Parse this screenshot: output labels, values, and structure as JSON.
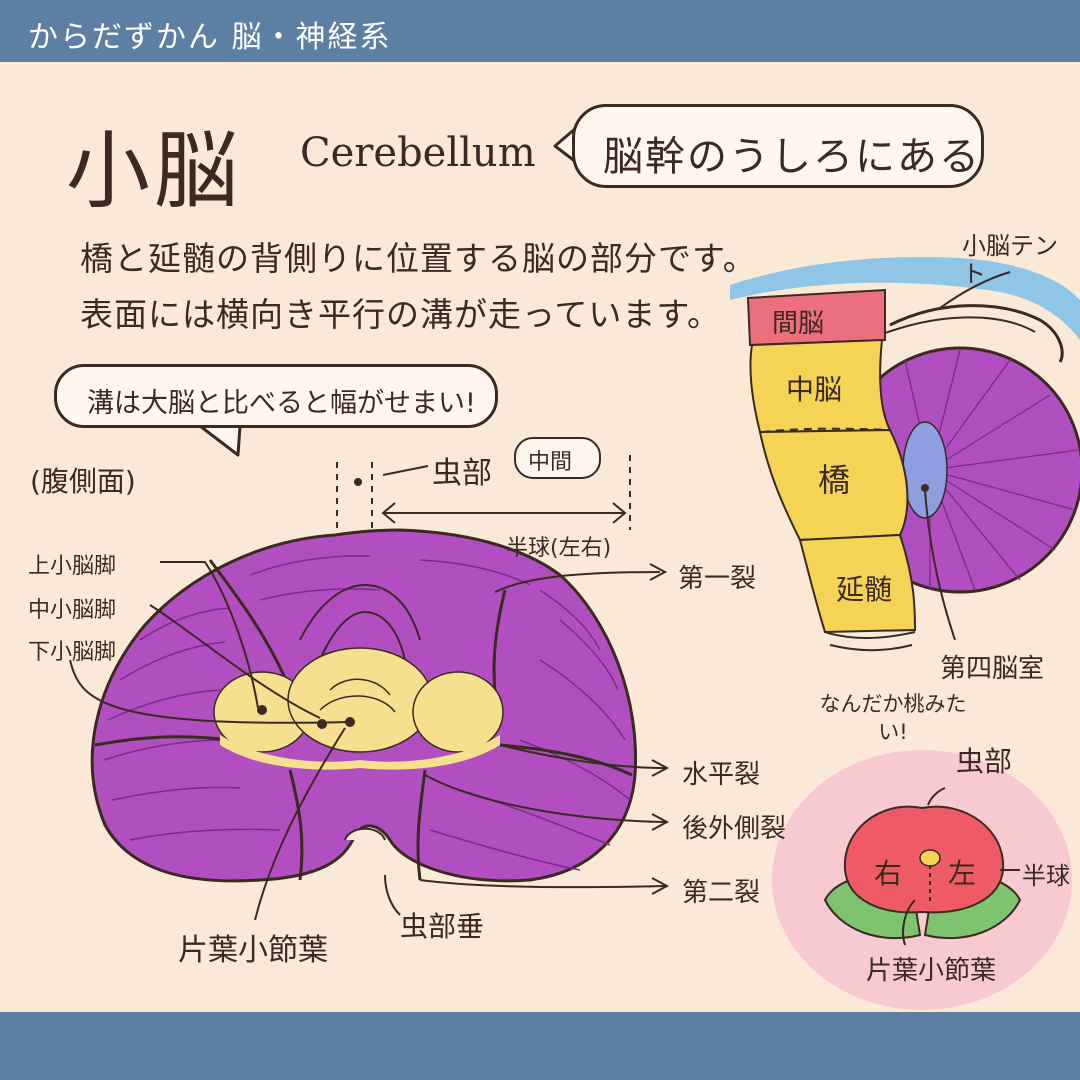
{
  "header": {
    "series_title": "からだずかん 脳・神経系"
  },
  "title": {
    "japanese": "小脳",
    "english": "Cerebellum"
  },
  "bubble_location": "脳幹のうしろにある",
  "description": {
    "line1": "橋と延髄の背側りに位置する脳の部分です。",
    "line2": "表面には横向き平行の溝が走っています。"
  },
  "bubble_note": "溝は大脳と比べると幅がせまい!",
  "ventral_view": {
    "view_label": "(腹側面)",
    "vermis": "虫部",
    "middle": "中間",
    "hemisphere": "半球(左右)",
    "superior_peduncle": "上小脳脚",
    "middle_peduncle": "中小脳脚",
    "inferior_peduncle": "下小脳脚",
    "primary_fissure": "第一裂",
    "horizontal_fissure": "水平裂",
    "posterolateral_fissure": "後外側裂",
    "secondary_fissure": "第二裂",
    "flocculonodular_lobe": "片葉小節葉",
    "uvula": "虫部垂"
  },
  "side_view": {
    "tentorium": "小脳テント",
    "diencephalon": "間脳",
    "midbrain": "中脳",
    "pons": "橋",
    "medulla": "延髄",
    "fourth_ventricle": "第四脳室"
  },
  "peach_view": {
    "note": "なんだか桃みたい!",
    "vermis": "虫部",
    "right": "右",
    "left": "左",
    "hemisphere": "半球",
    "flocculonodular_lobe": "片葉小節葉"
  },
  "colors": {
    "background": "#fbe9d8",
    "banner": "#5d7fa3",
    "cerebellum": "#b24fc0",
    "brainstem": "#f5d354",
    "diencephalon": "#ec6f7e",
    "tentorium": "#8fc5e6",
    "peach": "#ee5b66",
    "flocculonodular": "#7ec46e",
    "peduncles": "#f5e08f"
  }
}
